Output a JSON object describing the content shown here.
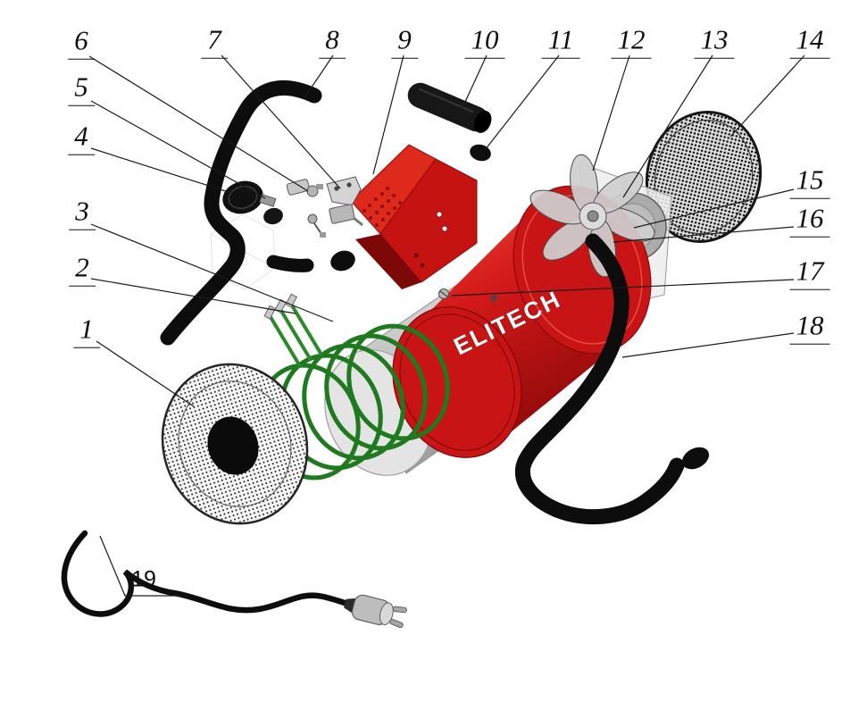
{
  "diagram": {
    "brand": "ELITECH",
    "colors": {
      "body_red": "#c81414",
      "body_red_dark": "#8e0909",
      "coil_green": "#1f7a1f",
      "handle_black": "#0d0d0d"
    },
    "callouts": [
      {
        "num": "1"
      },
      {
        "num": "2"
      },
      {
        "num": "3"
      },
      {
        "num": "4"
      },
      {
        "num": "5"
      },
      {
        "num": "6"
      },
      {
        "num": "7"
      },
      {
        "num": "8"
      },
      {
        "num": "9"
      },
      {
        "num": "10"
      },
      {
        "num": "11"
      },
      {
        "num": "12"
      },
      {
        "num": "13"
      },
      {
        "num": "14"
      },
      {
        "num": "15"
      },
      {
        "num": "16"
      },
      {
        "num": "17"
      },
      {
        "num": "18"
      },
      {
        "num": "19"
      }
    ]
  }
}
